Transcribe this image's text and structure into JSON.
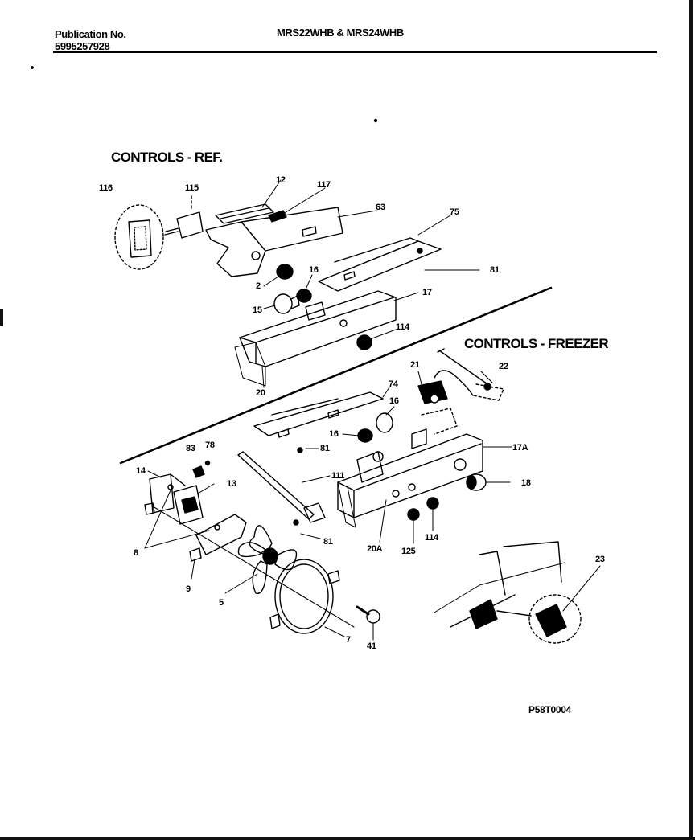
{
  "header": {
    "publication_label": "Publication No.",
    "publication_number": "5995257928",
    "models": "MRS22WHB & MRS24WHB"
  },
  "sections": {
    "ref_title": "CONTROLS - REF.",
    "freezer_title": "CONTROLS - FREEZER"
  },
  "callouts": {
    "c116": "116",
    "c115": "115",
    "c12": "12",
    "c117": "117",
    "c63a": "63",
    "c75": "75",
    "c81a": "81",
    "c2": "2",
    "c16a": "16",
    "c15": "15",
    "c17": "17",
    "c114a": "114",
    "c20": "20",
    "c21": "21",
    "c22": "22",
    "c74": "74",
    "c16b": "16",
    "c16c": "16",
    "c17a": "17A",
    "c81b": "81",
    "c83": "83",
    "c78": "78",
    "c14": "14",
    "c13": "13",
    "c111": "111",
    "c18": "18",
    "c8": "8",
    "c81c": "81",
    "c20a": "20A",
    "c125": "125",
    "c114b": "114",
    "c9": "9",
    "c5": "5",
    "c7": "7",
    "c41": "41",
    "c23": "23"
  },
  "footer": {
    "drawing_code": "P58T0004"
  }
}
